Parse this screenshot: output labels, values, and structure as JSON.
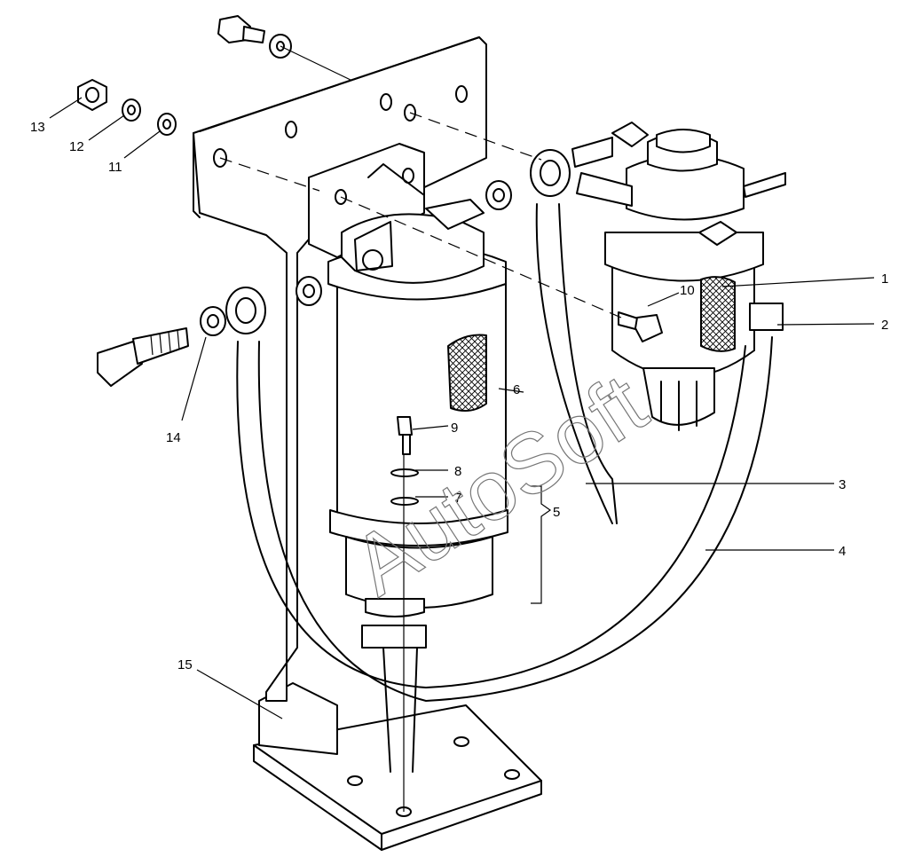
{
  "callouts": [
    {
      "id": "1",
      "label": "1"
    },
    {
      "id": "2",
      "label": "2"
    },
    {
      "id": "3",
      "label": "3"
    },
    {
      "id": "4",
      "label": "4"
    },
    {
      "id": "5",
      "label": "5"
    },
    {
      "id": "6",
      "label": "6"
    },
    {
      "id": "7",
      "label": "7"
    },
    {
      "id": "8",
      "label": "8"
    },
    {
      "id": "9",
      "label": "9"
    },
    {
      "id": "10",
      "label": "10"
    },
    {
      "id": "11",
      "label": "11"
    },
    {
      "id": "12",
      "label": "12"
    },
    {
      "id": "13",
      "label": "13"
    },
    {
      "id": "14",
      "label": "14"
    },
    {
      "id": "15",
      "label": "15"
    }
  ],
  "watermark": "AutoSoft"
}
